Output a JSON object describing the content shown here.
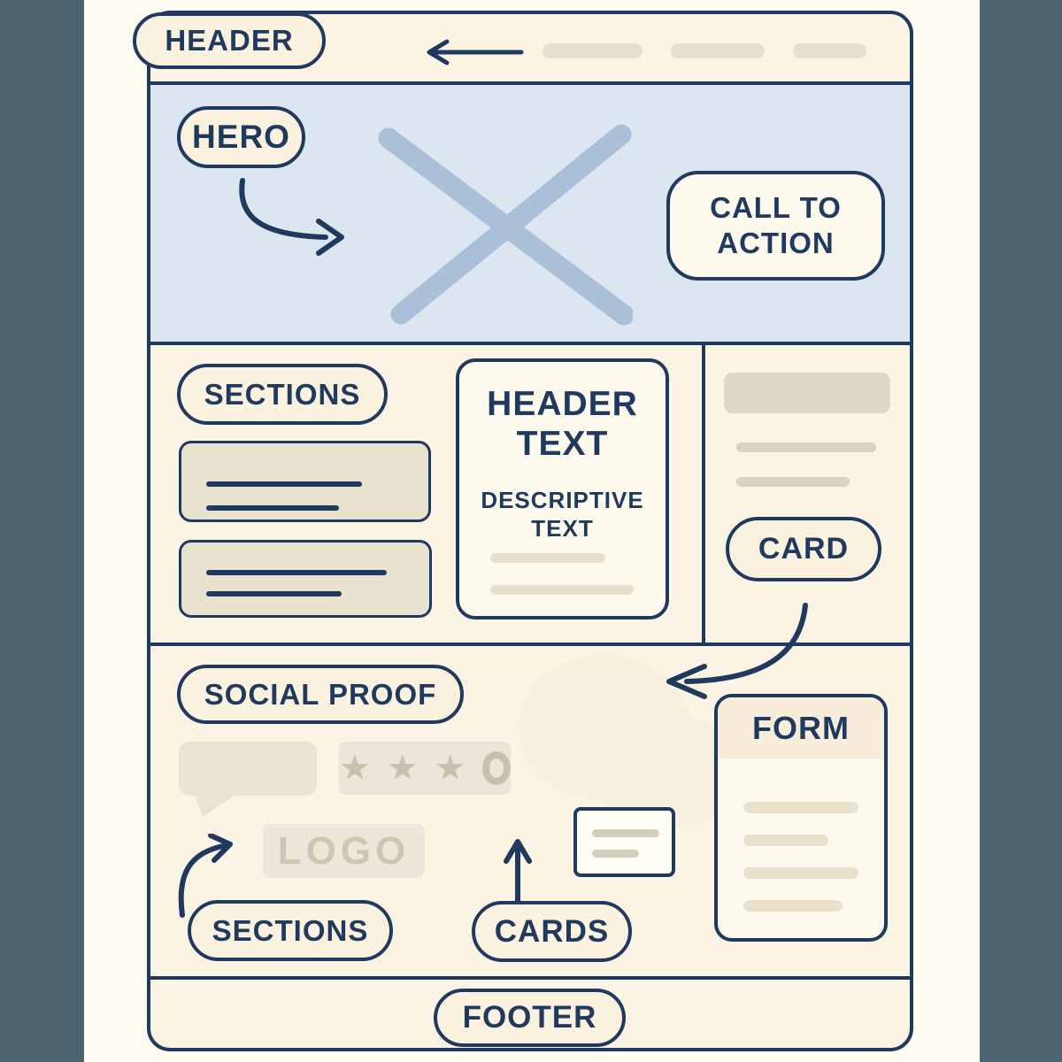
{
  "palette": {
    "navy": "#1f3a5e",
    "outer_background": "#fffcf1",
    "side_band": "#4d6570",
    "page_background": "#fbf4e4",
    "hero_background": "#dbe6f1",
    "hero_x_stroke": "#a9c0d8",
    "pill_fill": "#faf1df",
    "card_fill": "#fdf9ec",
    "beige_block": "#e9e2cf",
    "beige_line": "#e7dfca",
    "gray_block": "#dcd7c6",
    "gray_line": "#d8d3c2",
    "muted_glyph": "#c6c0ae"
  },
  "icons": {
    "star_glyph": "★"
  },
  "wireframe": {
    "header": {
      "label": "HEADER",
      "nav_dash_count": 3
    },
    "hero": {
      "label": "HERO",
      "cta_label": "CALL TO ACTION"
    },
    "content": {
      "sections_label": "SECTIONS",
      "article": {
        "title": "HEADER TEXT",
        "subtitle": "DESCRIPTIVE TEXT"
      },
      "sidebar": {
        "card_label": "CARD"
      }
    },
    "social": {
      "label": "SOCIAL PROOF",
      "rating": {
        "filled_stars": 3,
        "empty_rings": 1
      },
      "logo_label": "LOGO",
      "sections_label": "SECTIONS",
      "cards_label": "CARDS",
      "form_label": "FORM"
    },
    "footer": {
      "label": "FOOTER"
    }
  }
}
